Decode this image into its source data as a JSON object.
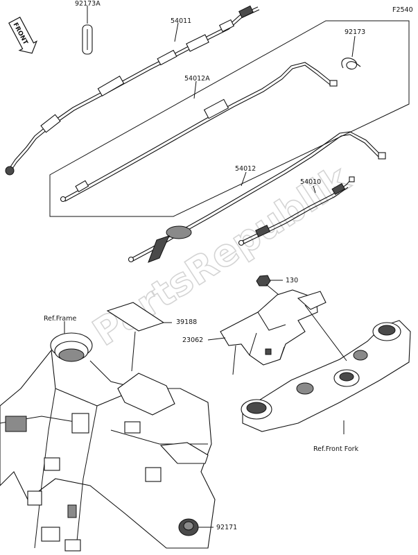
{
  "diagram_code": "F2540",
  "front_marker": "FRONT",
  "watermark": "PartsRepublik",
  "callouts": [
    {
      "id": "p92173a",
      "text": "92173A"
    },
    {
      "id": "p54011",
      "text": "54011"
    },
    {
      "id": "p92173",
      "text": "92173"
    },
    {
      "id": "p54012a",
      "text": "54012A"
    },
    {
      "id": "p54012",
      "text": "54012"
    },
    {
      "id": "p54010",
      "text": "54010"
    },
    {
      "id": "p130",
      "text": "130"
    },
    {
      "id": "pref_frame",
      "text": "Ref.Frame"
    },
    {
      "id": "p39188",
      "text": "39188"
    },
    {
      "id": "p23062",
      "text": "23062"
    },
    {
      "id": "pref_fork",
      "text": "Ref.Front Fork"
    },
    {
      "id": "p92171",
      "text": "92171"
    }
  ]
}
